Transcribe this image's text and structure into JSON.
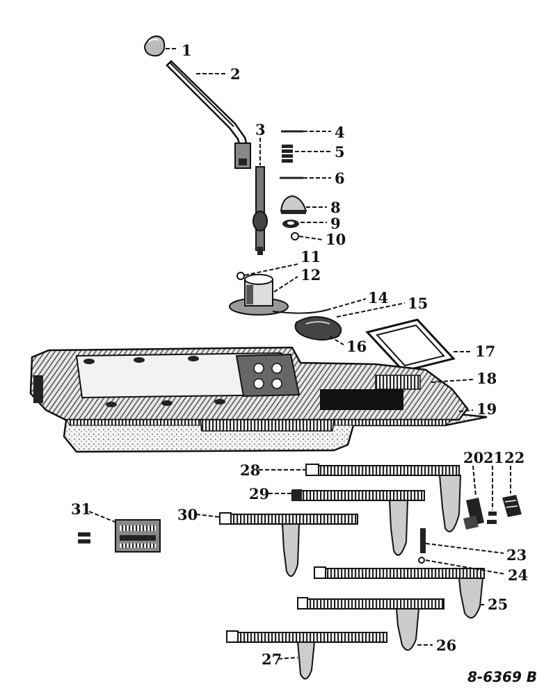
{
  "figure": {
    "id": "8-6369 B",
    "callouts": [
      "1",
      "2",
      "3",
      "4",
      "5",
      "6",
      "8",
      "9",
      "10",
      "11",
      "12",
      "14",
      "15",
      "16",
      "17",
      "18",
      "19",
      "20",
      "21",
      "22",
      "23",
      "24",
      "25",
      "26",
      "27",
      "28",
      "29",
      "30",
      "31"
    ]
  }
}
